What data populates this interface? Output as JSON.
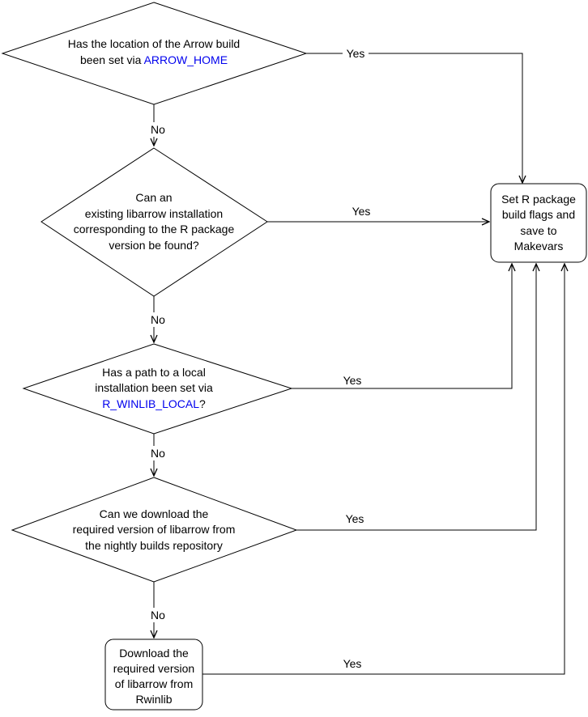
{
  "colors": {
    "link_text": "#0000EE",
    "line": "#000000",
    "shape_fill": "#FFFFFF",
    "text": "#000000"
  },
  "edge_labels": {
    "yes": "Yes",
    "no": "No"
  },
  "nodes": {
    "arrow_home_decision": {
      "line1": "Has the location of the Arrow build",
      "line2_prefix": "been set via ",
      "line2_link": "ARROW_HOME"
    },
    "existing_install_decision": {
      "line1": "Can an",
      "line2": "existing libarrow installation",
      "line3": "corresponding to the R package",
      "line4": "version be found?"
    },
    "winlib_local_decision": {
      "line1": "Has a path to a local",
      "line2": "installation been set via",
      "line3_link": "R_WINLIB_LOCAL",
      "line3_suffix": "?"
    },
    "nightly_download_decision": {
      "line1": "Can we download the",
      "line2": "required version of libarrow from",
      "line3": "the nightly builds repository"
    },
    "set_flags_terminal": {
      "line1": "Set R package",
      "line2": "build flags and",
      "line3": "save to",
      "line4": "Makevars"
    },
    "rwinlib_download_process": {
      "line1": "Download the",
      "line2": "required version",
      "line3": "of libarrow from",
      "line4": "Rwinlib"
    }
  }
}
